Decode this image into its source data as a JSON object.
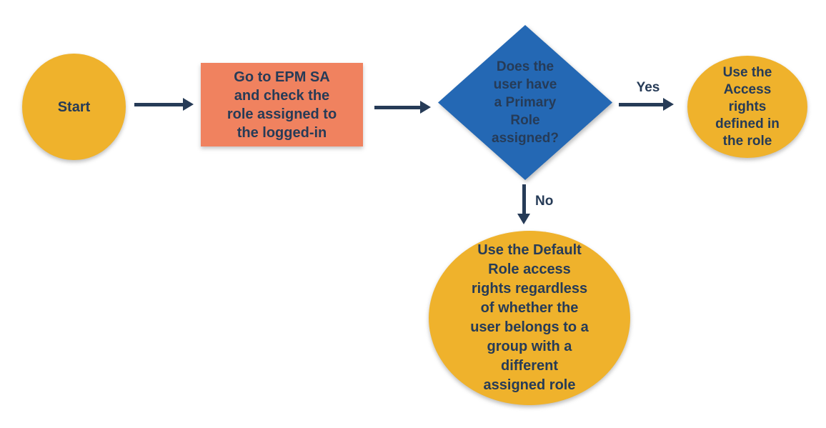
{
  "flowchart": {
    "nodes": {
      "start": {
        "label": "Start",
        "shape": "ellipse",
        "fill": "#EFB22C"
      },
      "process": {
        "label": "Go to EPM SA\nand check the\nrole assigned to\nthe logged-in",
        "shape": "rectangle",
        "fill": "#F0825F"
      },
      "decision": {
        "label": "Does the\nuser have\na Primary\nRole\nassigned?",
        "shape": "diamond",
        "fill": "#2468B4"
      },
      "outcome_yes": {
        "label": "Use the\nAccess\nrights\ndefined in\nthe role",
        "shape": "ellipse",
        "fill": "#EFB22C"
      },
      "outcome_no": {
        "label": "Use the Default\nRole access\nrights regardless\nof whether the\nuser belongs to a\ngroup with a\ndifferent\nassigned role",
        "shape": "ellipse",
        "fill": "#EFB22C"
      }
    },
    "edges": {
      "start_to_process": {
        "label": ""
      },
      "process_to_decision": {
        "label": ""
      },
      "decision_to_yes": {
        "label": "Yes"
      },
      "decision_to_no": {
        "label": "No"
      }
    },
    "colors": {
      "node_yellow": "#EFB22C",
      "node_orange": "#F0825F",
      "node_blue": "#2468B4",
      "arrow_and_text": "#263B57",
      "background": "#FFFFFF"
    }
  }
}
